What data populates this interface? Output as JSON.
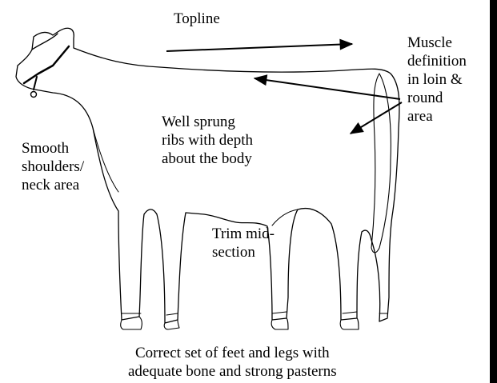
{
  "labels": {
    "topline": [
      "Topline"
    ],
    "muscle": [
      "Muscle",
      "definition",
      "in loin &",
      "round",
      "area"
    ],
    "ribs": [
      "Well sprung",
      "ribs with depth",
      "about the body"
    ],
    "shoulders": [
      "Smooth",
      "shoulders/",
      "neck area"
    ],
    "trim": [
      "Trim mid-",
      "section"
    ],
    "feet": [
      "Correct set of feet and legs with",
      "adequate bone and strong pasterns"
    ]
  },
  "colors": {
    "line": "#000000",
    "background": "#ffffff"
  }
}
